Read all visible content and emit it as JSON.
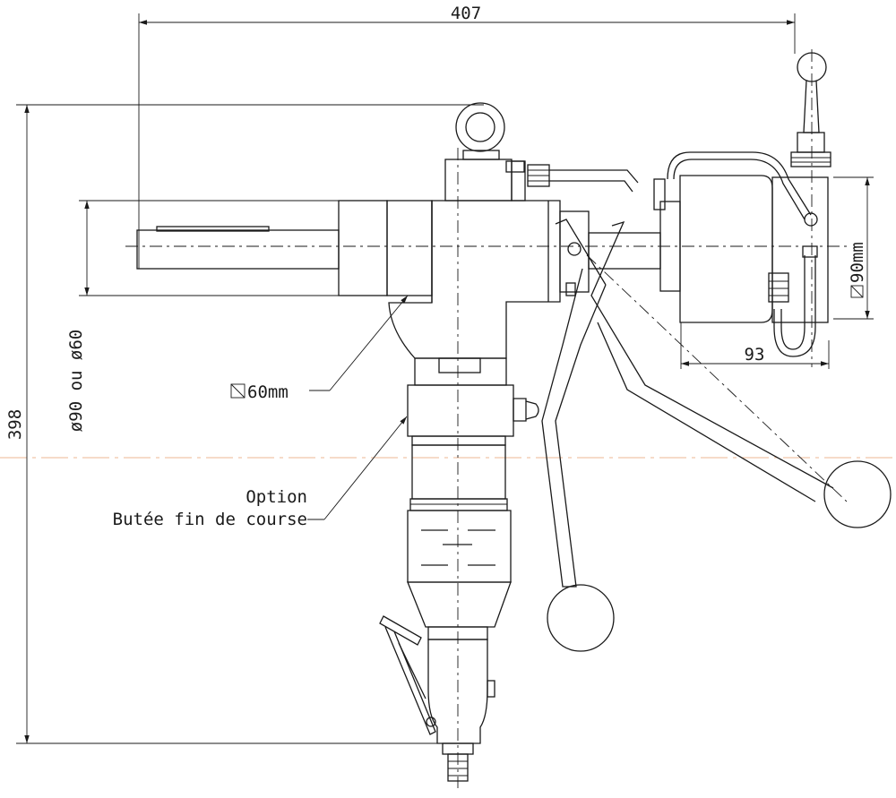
{
  "dimensions": {
    "overall_width": "407",
    "overall_height": "398",
    "clamp_diameter": "ø90 ou ø60",
    "motor_width": "93",
    "square_90": "90mm"
  },
  "callouts": {
    "square_60": "60mm",
    "option_title": "Option",
    "option_text": "Butée fin de course"
  },
  "colors": {
    "line": "#1a1a1a",
    "reference_line": "#e8a070"
  }
}
